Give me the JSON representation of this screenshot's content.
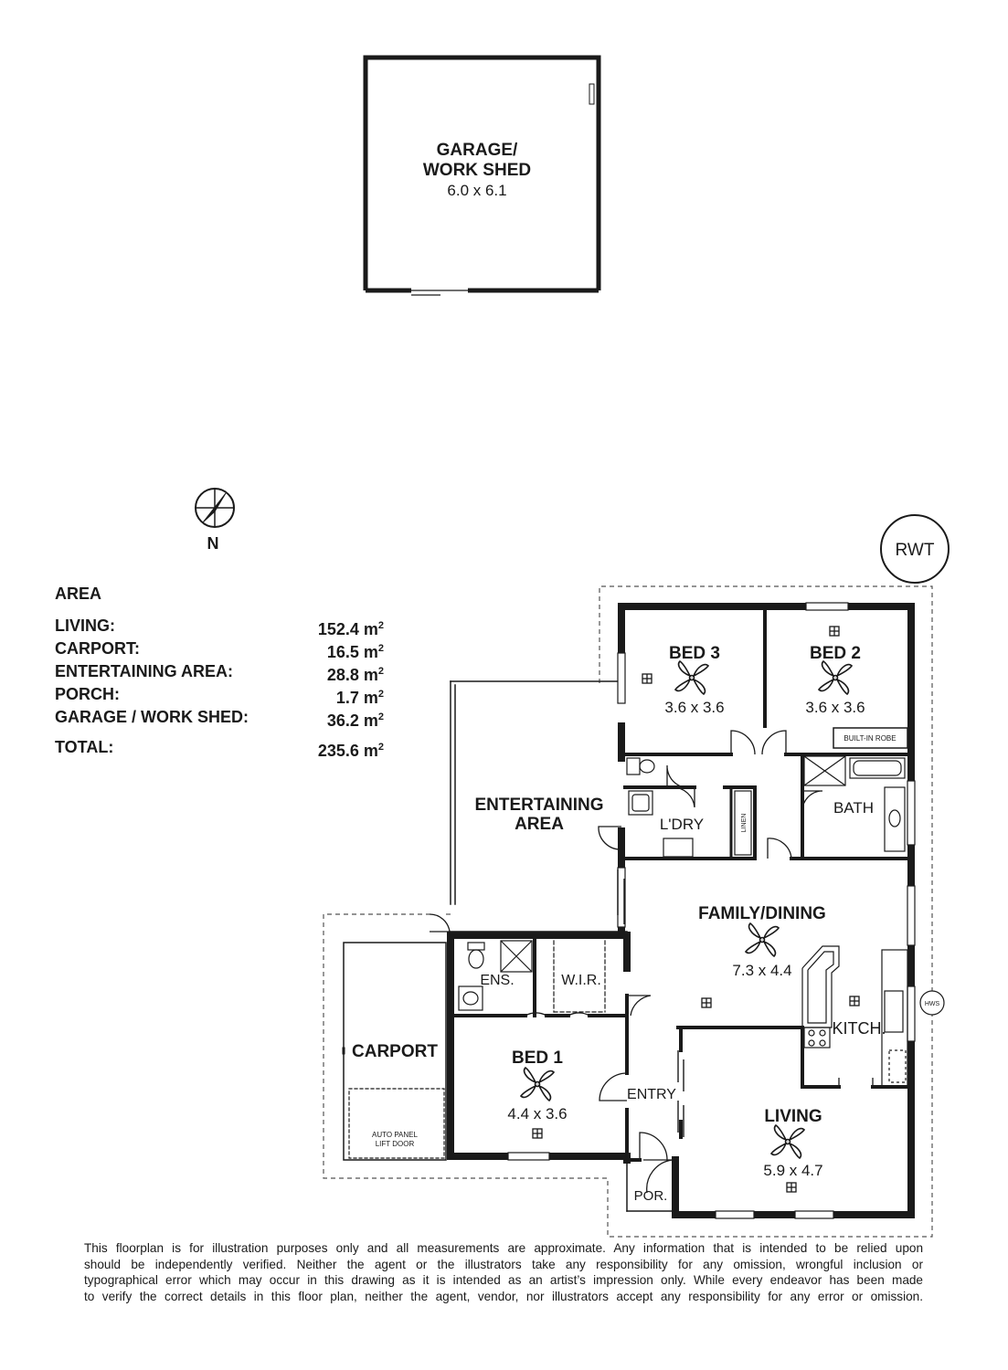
{
  "compass": {
    "north_label": "N"
  },
  "rwt_label": "RWT",
  "hws_label": "HWS",
  "area_summary": {
    "title": "AREA",
    "rows": [
      {
        "label": "LIVING:",
        "value": "152.4 m",
        "unit_exp": "2"
      },
      {
        "label": "CARPORT:",
        "value": "16.5 m",
        "unit_exp": "2"
      },
      {
        "label": "ENTERTAINING AREA:",
        "value": "28.8 m",
        "unit_exp": "2"
      },
      {
        "label": "PORCH:",
        "value": "1.7 m",
        "unit_exp": "2"
      },
      {
        "label": "GARAGE / WORK SHED:",
        "value": "36.2 m",
        "unit_exp": "2"
      }
    ],
    "total": {
      "label": "TOTAL:",
      "value": "235.6 m",
      "unit_exp": "2"
    }
  },
  "rooms": {
    "garage": {
      "name_line1": "GARAGE/",
      "name_line2": "WORK SHED",
      "dims": "6.0 x 6.1"
    },
    "bed3": {
      "name": "BED 3",
      "dims": "3.6 x 3.6"
    },
    "bed2": {
      "name": "BED 2",
      "dims": "3.6 x 3.6"
    },
    "built_in_robe": "BUILT-IN ROBE",
    "bath": {
      "name": "BATH"
    },
    "entertaining": {
      "name_line1": "ENTERTAINING",
      "name_line2": "AREA"
    },
    "laundry": {
      "name": "L'DRY"
    },
    "linen": {
      "name": "LINEN"
    },
    "family_dining": {
      "name": "FAMILY/DINING",
      "dims": "7.3 x 4.4"
    },
    "ensuite": {
      "name": "ENS."
    },
    "wir": {
      "name": "W.I.R."
    },
    "carport": {
      "name": "CARPORT",
      "door_line1": "AUTO PANEL",
      "door_line2": "LIFT DOOR"
    },
    "bed1": {
      "name": "BED 1",
      "dims": "4.4 x 3.6"
    },
    "entry": {
      "name": "ENTRY"
    },
    "kitchen": {
      "name": "KITCH."
    },
    "living": {
      "name": "LIVING",
      "dims": "5.9 x 4.7"
    },
    "porch": {
      "name": "POR."
    }
  },
  "disclaimer": {
    "line1": "This floorplan is for illustration purposes only and all measurements are approximate. Any information that is intended to be relied upon",
    "line2": "should be independently verified. Neither the agent or the illustrators take any responsibility for any omission, wrongful inclusion or",
    "line3": "typographical error which may occur in this drawing as it is intended as an artist’s impression only. While every endeavor has been made",
    "line4": "to verify the correct details in this floor plan, neither the agent, vendor, nor illustrators accept any responsibility for any error or omission."
  },
  "colors": {
    "wall": "#1a1a1a",
    "background": "#ffffff",
    "dashed_boundary": "#555555"
  }
}
